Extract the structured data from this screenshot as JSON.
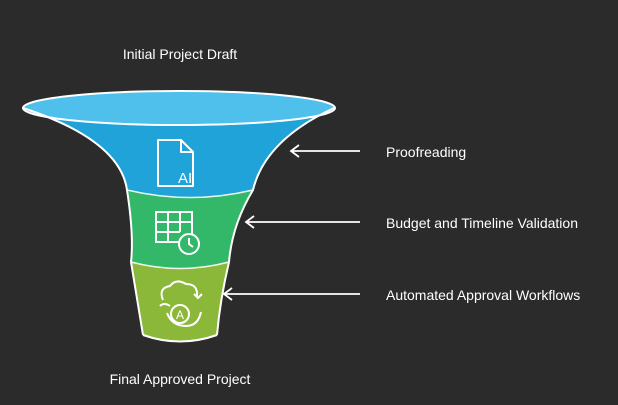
{
  "diagram": {
    "top_label": "Initial Project Draft",
    "bottom_label": "Final Approved Project",
    "stages": [
      {
        "label": "Proofreading",
        "icon": "ai-document-icon",
        "color": "#1fa3d9"
      },
      {
        "label": "Budget and Timeline Validation",
        "icon": "spreadsheet-clock-icon",
        "color": "#33b86a"
      },
      {
        "label": "Automated Approval Workflows",
        "icon": "automation-cloud-icon",
        "color": "#8cb83a"
      }
    ],
    "colors": {
      "background": "#2b2b2b",
      "rim_top": "#4fc0ec",
      "outline": "#ffffff",
      "arrow": "#ffffff",
      "text": "#ffffff"
    }
  }
}
